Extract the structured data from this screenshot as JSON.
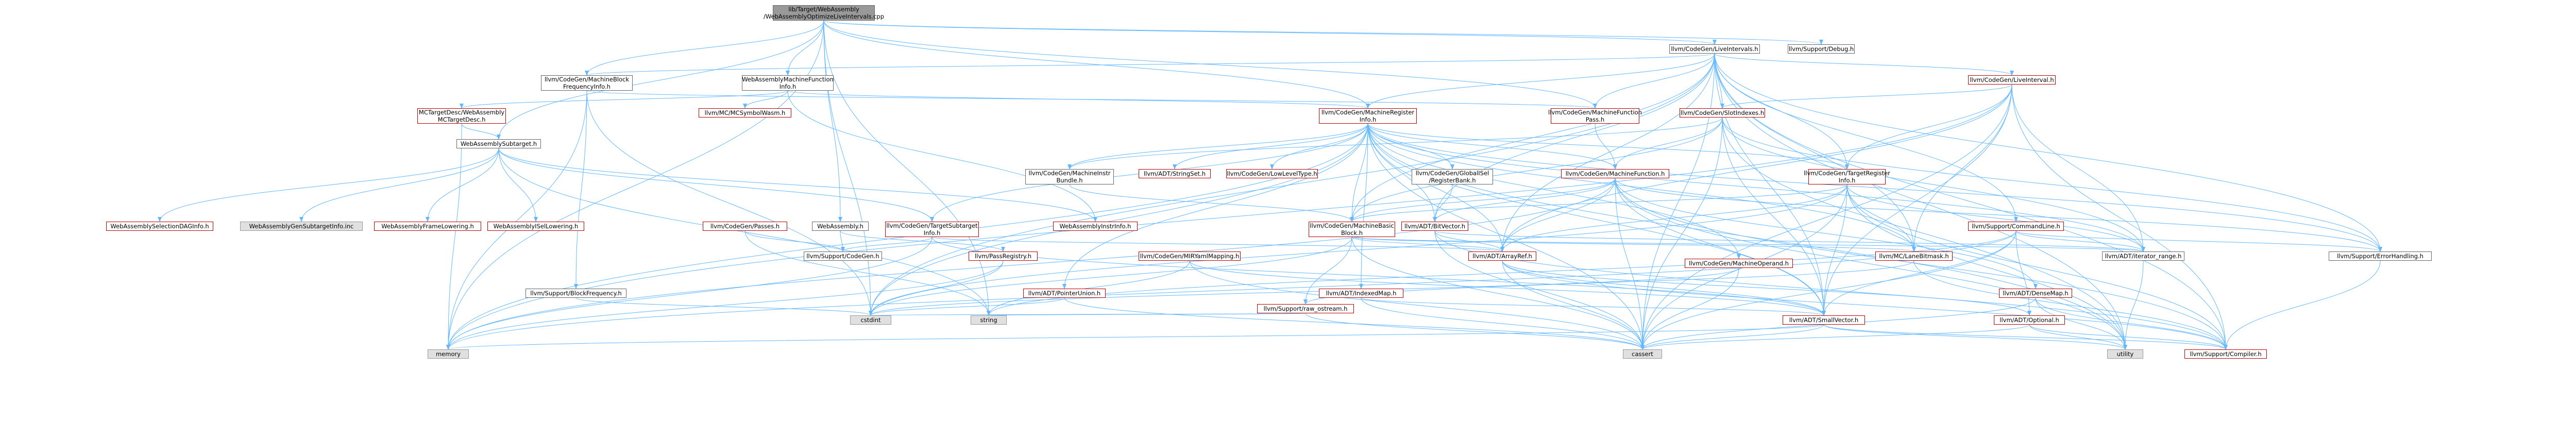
{
  "colors": {
    "edge": "#63b8ff",
    "edge_alt": "#9fb6cd",
    "node_border": "#666666",
    "node_border_incomplete": "#bf0000",
    "root_fill": "#999999",
    "system_fill": "#e0e0e0"
  },
  "nodes": {
    "root": "lib/Target/WebAssembly\n/WebAssemblyOptimizeLiveIntervals.cpp",
    "live_intervals": "llvm/CodeGen/LiveIntervals.h",
    "support_debug": "llvm/Support/Debug.h",
    "mbb_freq_info": "llvm/CodeGen/MachineBlock\nFrequencyInfo.h",
    "wasm_mfi": "WebAssemblyMachineFunction\nInfo.h",
    "live_interval": "llvm/CodeGen/LiveInterval.h",
    "slot_indexes": "llvm/CodeGen/SlotIndexes.h",
    "machine_register_info": "llvm/CodeGen/MachineRegister\nInfo.h",
    "mc_target_desc": "MCTargetDesc/WebAssembly\nMCTargetDesc.h",
    "mc_symbol_wasm": "llvm/MC/MCSymbolWasm.h",
    "mf_pass": "llvm/CodeGen/MachineFunction\nPass.h",
    "wasm_subtarget": "WebAssemblySubtarget.h",
    "machine_instr_bundle": "llvm/CodeGen/MachineInstr\nBundle.h",
    "string_set": "llvm/ADT/StringSet.h",
    "low_level_type": "llvm/CodeGen/LowLevelType.h",
    "global_isel_regbank": "llvm/CodeGen/GlobalISel\n/RegisterBank.h",
    "machine_function": "llvm/CodeGen/MachineFunction.h",
    "target_register_info": "llvm/CodeGen/TargetRegister\nInfo.h",
    "sel_dag_info": "WebAssemblySelectionDAGInfo.h",
    "gen_subtarget_info": "WebAssemblyGenSubtargetInfo.inc",
    "frame_lowering": "WebAssemblyFrameLowering.h",
    "isel_lowering": "WebAssemblyISelLowering.h",
    "codegen_passes": "llvm/CodeGen/Passes.h",
    "webassembly_h": "WebAssembly.h",
    "target_subtarget_info": "llvm/CodeGen/TargetSubtarget\nInfo.h",
    "wasm_instr_info": "WebAssemblyInstrInfo.h",
    "machine_basic_block": "llvm/CodeGen/MachineBasic\nBlock.h",
    "bit_vector": "llvm/ADT/BitVector.h",
    "command_line": "llvm/Support/CommandLine.h",
    "support_codegen": "llvm/Support/CodeGen.h",
    "pass_registry": "llvm/PassRegistry.h",
    "mir_yaml_mapping": "llvm/CodeGen/MIRYamlMapping.h",
    "array_ref": "llvm/ADT/ArrayRef.h",
    "lane_bitmask": "llvm/MC/LaneBitmask.h",
    "iterator_range": "llvm/ADT/iterator_range.h",
    "error_handling": "llvm/Support/ErrorHandling.h",
    "block_frequency": "llvm/Support/BlockFrequency.h",
    "pointer_union": "llvm/ADT/PointerUnion.h",
    "raw_ostream": "llvm/Support/raw_ostream.h",
    "indexed_map": "llvm/ADT/IndexedMap.h",
    "machine_operand": "llvm/CodeGen/MachineOperand.h",
    "dense_map": "llvm/ADT/DenseMap.h",
    "cstdint": "cstdint",
    "string": "string",
    "small_vector": "llvm/ADT/SmallVector.h",
    "optional": "llvm/ADT/Optional.h",
    "memory": "memory",
    "cassert": "cassert",
    "utility": "utility",
    "compiler": "llvm/Support/Compiler.h"
  }
}
